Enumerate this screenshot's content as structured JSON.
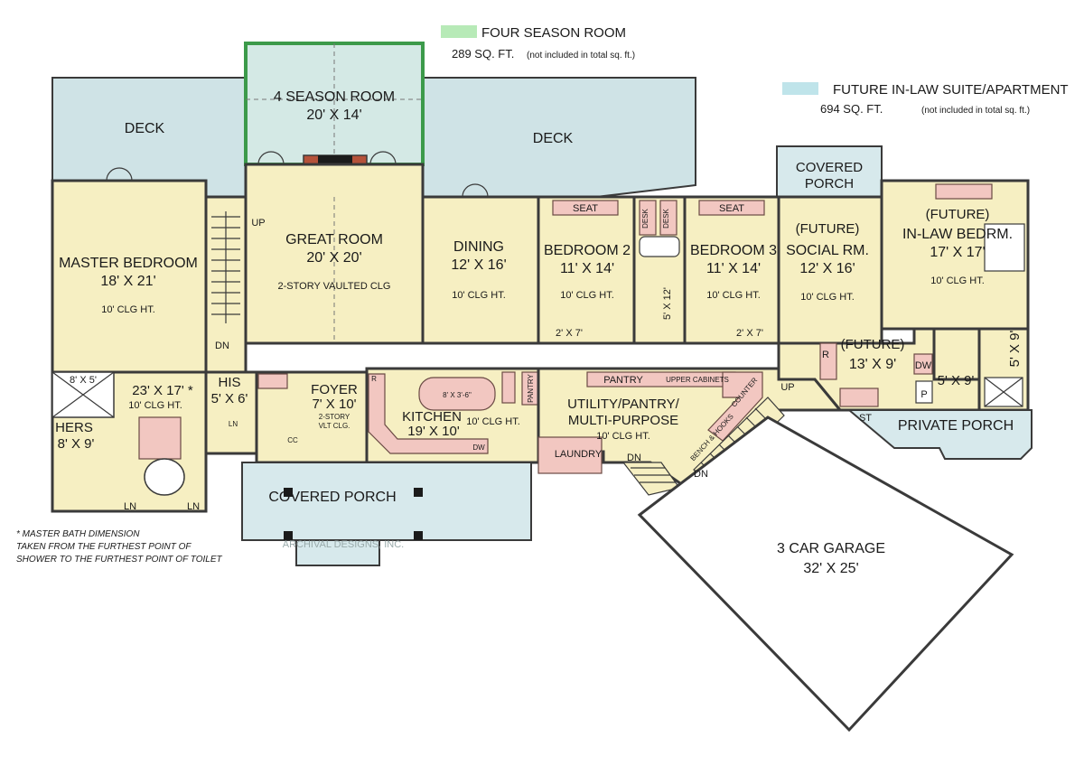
{
  "legend": {
    "four_season": {
      "title": "FOUR SEASON ROOM",
      "area": "289 SQ. FT.",
      "note": "(not included in total sq. ft.)",
      "color": "#b7eab7"
    },
    "in_law": {
      "title": "FUTURE IN-LAW SUITE/APARTMENT",
      "area": "694 SQ. FT.",
      "note": "(not included in total sq. ft.)",
      "color": "#bfe4ea"
    }
  },
  "rooms": {
    "four_season": {
      "name": "4 SEASON ROOM",
      "dim": "20' X 14'"
    },
    "deck_left": {
      "name": "DECK"
    },
    "deck_right": {
      "name": "DECK"
    },
    "covered_porch_top": {
      "line1": "COVERED",
      "line2": "PORCH"
    },
    "master_bedroom": {
      "name": "MASTER BEDROOM",
      "dim": "18' X 21'",
      "clg": "10' CLG HT."
    },
    "great_room": {
      "name": "GREAT ROOM",
      "dim": "20' X 20'",
      "clg": "2-STORY VAULTED CLG"
    },
    "dining": {
      "name": "DINING",
      "dim": "12' X 16'",
      "clg": "10' CLG HT."
    },
    "bedroom2": {
      "name": "BEDROOM 2",
      "dim": "11' X 14'",
      "clg": "10' CLG HT.",
      "seat": "SEAT",
      "closet": "2' X 7'"
    },
    "bedroom3": {
      "name": "BEDROOM 3",
      "dim": "11' X 14'",
      "clg": "10' CLG HT.",
      "seat": "SEAT",
      "closet": "2' X 7'"
    },
    "desk1": "DESK",
    "desk2": "DESK",
    "hall_bath": "5' X 12'",
    "social_room": {
      "future": "(FUTURE)",
      "name": "SOCIAL RM.",
      "dim": "12' X 16'",
      "clg": "10' CLG HT."
    },
    "inlaw_bedroom": {
      "future": "(FUTURE)",
      "name": "IN-LAW BEDRM.",
      "dim": "17' X 17'",
      "clg": "10' CLG HT."
    },
    "future_kitchen": {
      "future": "(FUTURE)",
      "dim": "13' X 9'"
    },
    "inlaw_bath1": "5' X 9'",
    "inlaw_bath2": "5' X 9'",
    "dw_small": "DW",
    "p_small": "P",
    "r_small": "R",
    "st_small": "ST",
    "private_porch": "PRIVATE PORCH",
    "master_bath": {
      "dim": "23' X 17' *",
      "clg": "10' CLG HT."
    },
    "shower": "8' X 5'",
    "hers": {
      "name": "HERS",
      "dim": "8' X 9'"
    },
    "his": {
      "name": "HIS",
      "dim": "5' X 6'"
    },
    "ln1": "LN",
    "ln2": "LN",
    "ln3": "LN",
    "foyer": {
      "name": "FOYER",
      "dim": "7' X 10'",
      "clg1": "2-STORY",
      "clg2": "VLT CLG."
    },
    "cc": "CC",
    "kitchen": {
      "name": "KITCHEN",
      "dim": "19' X 10'",
      "clg": "10' CLG HT.",
      "island": "8' X 3'-6\"",
      "dw": "DW",
      "r": "R",
      "pantry": "PANTRY"
    },
    "utility": {
      "line1": "UTILITY/PANTRY/",
      "line2": "MULTI-PURPOSE",
      "clg": "10' CLG HT.",
      "pantry": "PANTRY",
      "upper": "UPPER CABINETS",
      "bench": "BENCH & HOOKS",
      "counter": "COUNTER"
    },
    "laundry": "LAUNDRY",
    "covered_porch": "COVERED PORCH",
    "garage": {
      "name": "3 CAR GARAGE",
      "dim": "32' X 25'"
    }
  },
  "stairs": {
    "up1": "UP",
    "dn1": "DN",
    "up2": "UP",
    "dn2": "DN",
    "dn3": "DN"
  },
  "footnote": {
    "line1": "* MASTER BATH DIMENSION",
    "line2": "TAKEN FROM THE FURTHEST POINT OF",
    "line3": "SHOWER TO THE FURTHEST POINT OF TOILET"
  },
  "watermark": "ARCHIVAL DESIGNS, INC."
}
